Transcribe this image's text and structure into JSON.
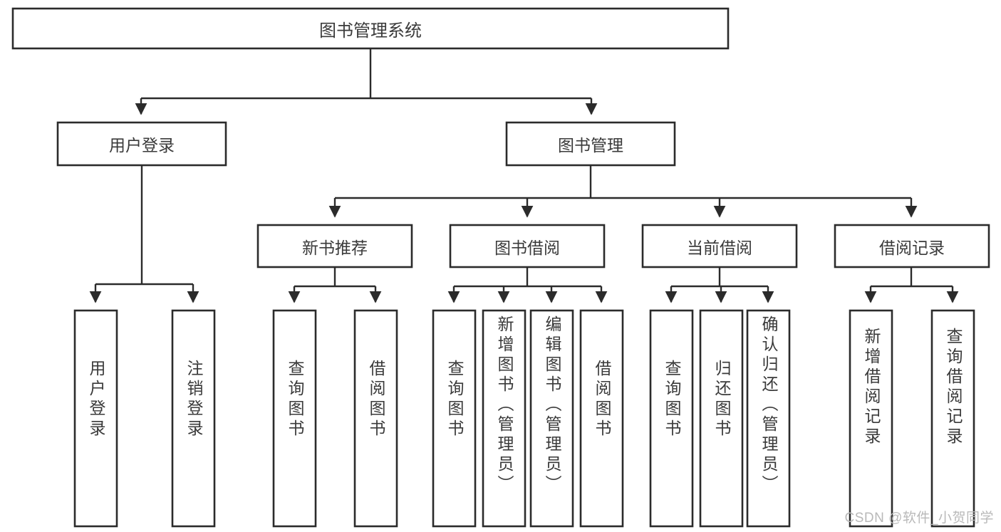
{
  "diagram": {
    "type": "hierarchy-tree",
    "title": "图书管理系统",
    "watermark": "CSDN @软件_小贺同学",
    "colors": {
      "box_stroke": "#2b2b2b",
      "box_fill": "#ffffff",
      "text": "#3a3a3a",
      "connector": "#2b2b2b",
      "watermark": "#b9b9b9",
      "background": "#ffffff"
    },
    "levels": {
      "level1": {
        "label": "图书管理系统"
      },
      "level2": [
        {
          "label": "用户登录"
        },
        {
          "label": "图书管理"
        }
      ],
      "level3": [
        {
          "label": "新书推荐"
        },
        {
          "label": "图书借阅"
        },
        {
          "label": "当前借阅"
        },
        {
          "label": "借阅记录"
        }
      ],
      "leaves": {
        "user_login": [
          {
            "label": "用户登录"
          },
          {
            "label": "注销登录"
          }
        ],
        "new_book_recommend": [
          {
            "label": "查询图书"
          },
          {
            "label": "借阅图书"
          }
        ],
        "book_borrow": [
          {
            "label": "查询图书"
          },
          {
            "label": "新增图书（管理员）"
          },
          {
            "label": "编辑图书（管理员）"
          },
          {
            "label": "借阅图书"
          }
        ],
        "current_borrow": [
          {
            "label": "查询图书"
          },
          {
            "label": "归还图书"
          },
          {
            "label": "确认归还（管理员）"
          }
        ],
        "borrow_record": [
          {
            "label": "新增借阅记录"
          },
          {
            "label": "查询借阅记录"
          }
        ]
      }
    }
  }
}
